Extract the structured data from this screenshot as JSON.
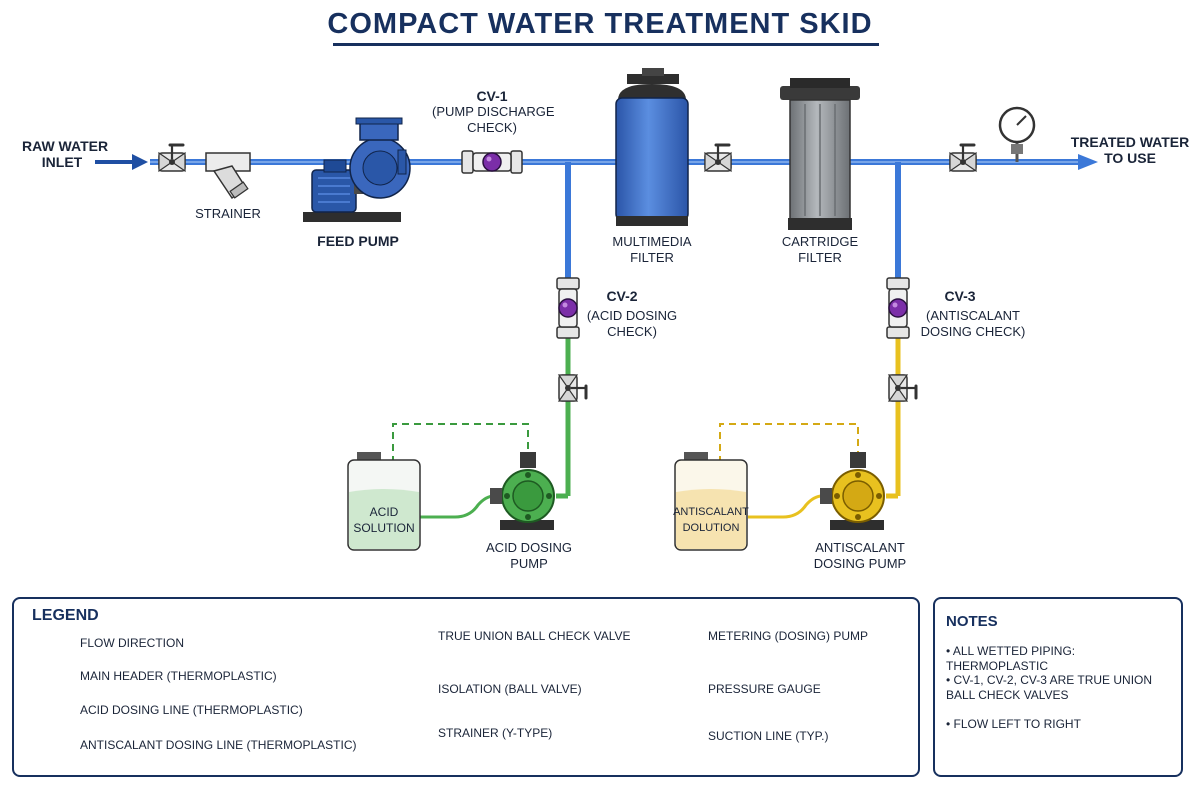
{
  "title": "COMPACT WATER TREATMENT SKID",
  "labels": {
    "raw_water": "RAW WATER\nINLET",
    "strainer": "STRAINER",
    "feed_pump": "FEED PUMP",
    "cv1_tag": "CV-1",
    "cv1_desc": "(PUMP DISCHARGE\nCHECK)",
    "multimedia": "MULTIMEDIA\nFILTER",
    "cartridge": "CARTRIDGE\nFILTER",
    "treated": "TREATED WATER\nTO USE",
    "cv2_tag": "CV-2",
    "cv2_desc": "(ACID DOSING\nCHECK)",
    "cv3_tag": "CV-3",
    "cv3_desc": "(ANTISCALANT\nDOSING CHECK)",
    "acid_tank": "ACID\nSOLUTION",
    "acid_pump": "ACID DOSING\nPUMP",
    "anti_tank": "ANTISCALANT\nDOLUTION",
    "anti_pump": "ANTISCALANT\nDOSING PUMP"
  },
  "legend": {
    "title": "LEGEND",
    "flow": "FLOW DIRECTION",
    "main": "MAIN HEADER (THERMOPLASTIC)",
    "acid": "ACID DOSING LINE (THERMOPLASTIC)",
    "anti": "ANTISCALANT DOSING LINE (THERMOPLASTIC)",
    "check_valve": "TRUE UNION BALL CHECK VALVE",
    "isolation": "ISOLATION (BALL VALVE)",
    "strainer": "STRAINER (Y-TYPE)",
    "metering": "METERING (DOSING) PUMP",
    "gauge": "PRESSURE GAUGE",
    "suction": "SUCTION LINE (TYP.)"
  },
  "notes": {
    "title": "NOTES",
    "items": [
      "ALL WETTED PIPING: THERMOPLASTIC",
      "CV-1, CV-2, CV-3 ARE TRUE UNION\nBALL CHECK VALVES",
      "FLOW LEFT TO RIGHT"
    ]
  },
  "colors": {
    "main_line": "#3b78d8",
    "acid_line": "#4caf50",
    "anti_line": "#e8c11f",
    "navy": "#17305e",
    "check_ball": "#7b2ea8",
    "mmf_body": "#3f6fc7",
    "cartridge_body": "#8e9296",
    "acid_pump": "#4caf50",
    "anti_pump": "#e8c11f"
  },
  "icons": [
    "flow-arrow-icon",
    "ball-valve-icon",
    "y-strainer-icon",
    "check-valve-icon",
    "metering-pump-icon",
    "pressure-gauge-icon"
  ]
}
